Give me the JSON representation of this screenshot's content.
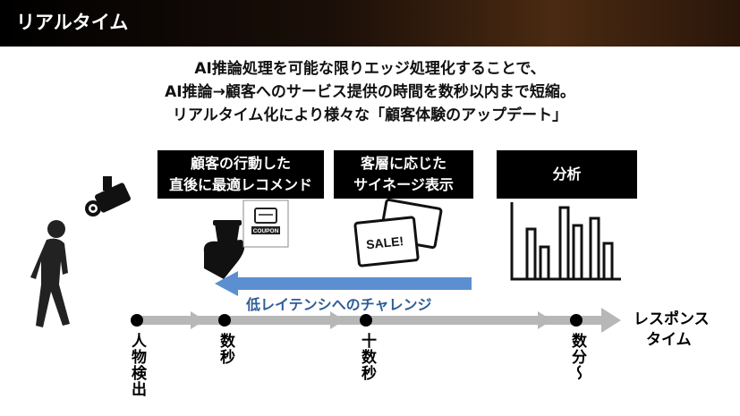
{
  "header": {
    "title": "リアルタイム"
  },
  "headline": {
    "lines": [
      "AI推論処理を可能な限りエッジ処理化することで、",
      "AI推論→顧客へのサービス提供の時間を数秒以内まで短縮。",
      "リアルタイム化により様々な「顧客体験のアップデート」"
    ]
  },
  "boxes": {
    "recommend": [
      "顧客の行動した",
      "直後に最適レコメンド"
    ],
    "signage": [
      "客層に応じた",
      "サイネージ表示"
    ],
    "analysis": "分析"
  },
  "icons": {
    "coupon_text": "COUPON",
    "sale_text": "SALE!"
  },
  "challenge": "低レイテンシへのチャレンジ",
  "timeline": {
    "stages": [
      "人物検出",
      "数秒",
      "十数秒",
      "数分〜"
    ],
    "end_label": [
      "レスポンス",
      "タイム"
    ]
  },
  "colors": {
    "challenge_arrow": "#5b8fd0",
    "timeline": "#b7b7b7",
    "challenge_text": "#2e5c99"
  }
}
